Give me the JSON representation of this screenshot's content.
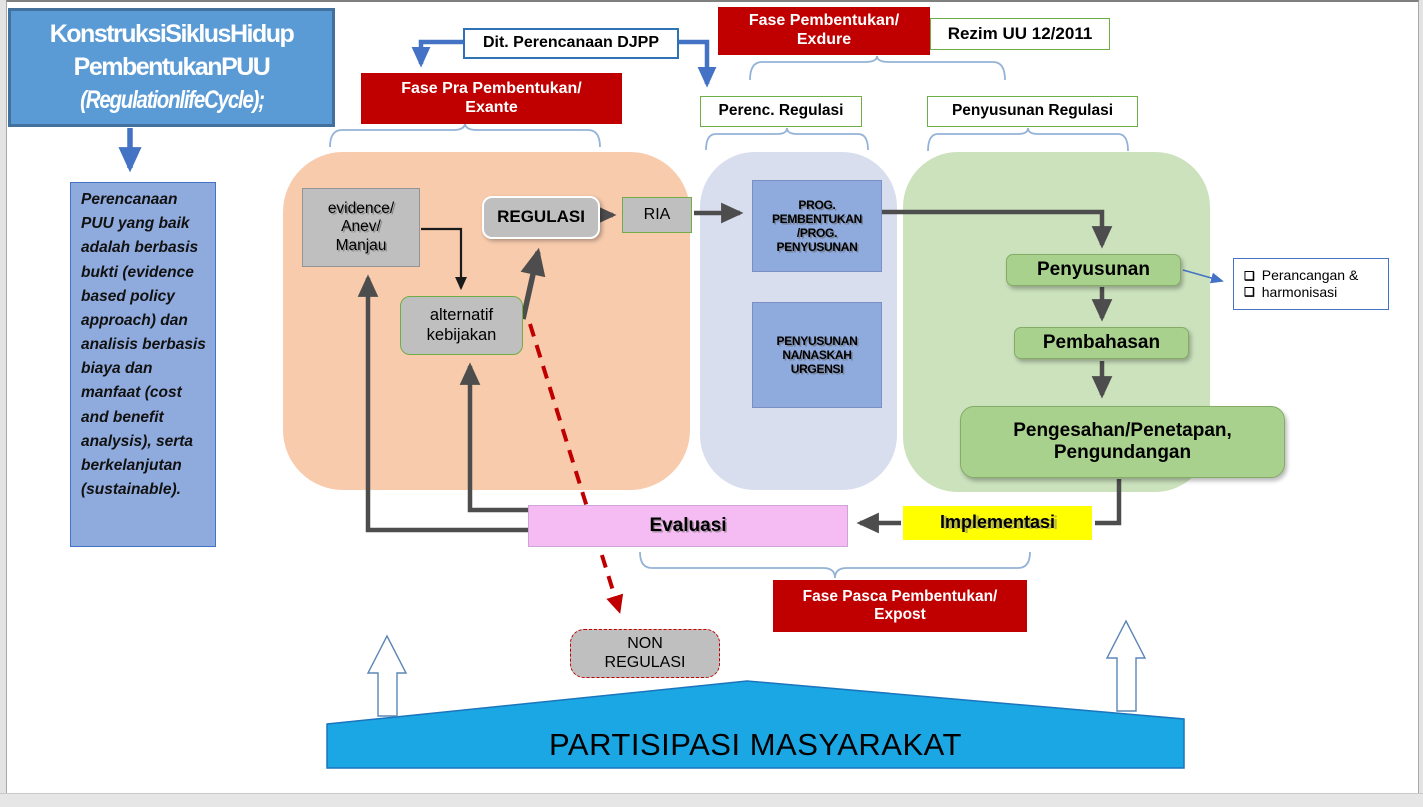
{
  "title_box": {
    "line1": "KonstruksiSiklusHidup",
    "line2": "PembentukanPUU",
    "line3": "(RegulationlifeCycle);"
  },
  "left_note": {
    "text": "Perencanaan PUU yang baik adalah berbasis bukti (evidence based policy approach) dan analisis berbasis biaya dan manfaat (cost and benefit analysis), serta berkelanjutan (sustainable)."
  },
  "top": {
    "dit_label": "Dit. Perencanaan DJPP",
    "rezim_label": "Rezim UU 12/2011",
    "perenc_label": "Perenc. Regulasi",
    "penyusunan_reg_label": "Penyusunan Regulasi"
  },
  "phases": {
    "pra": {
      "line1": "Fase Pra Pembentukan/",
      "line2": "Exante"
    },
    "pembentukan": {
      "line1": "Fase  Pembentukan/",
      "line2": "Exdure"
    },
    "pasca": {
      "line1": "Fase Pasca Pembentukan/",
      "line2": "Expost"
    }
  },
  "pre_phase": {
    "evidence": {
      "line1": "evidence/",
      "line2": "Anev/",
      "line3": "Manjau"
    },
    "regulasi_label": "REGULASI",
    "ria_label": "RIA",
    "alternatif": {
      "line1": "alternatif",
      "line2": "kebijakan"
    }
  },
  "planning": {
    "prog": {
      "line1": "PROG.",
      "line2": "PEMBENTUKAN",
      "line3": "/PROG.",
      "line4": "PENYUSUNAN"
    },
    "naskah": {
      "line1": "PENYUSUNAN",
      "line2": "NA/NASKAH",
      "line3": "URGENSI"
    }
  },
  "formation": {
    "penyusunan_label": "Penyusunan",
    "pembahasan_label": "Pembahasan",
    "pengesahan": {
      "line1": "Pengesahan/Penetapan,",
      "line2": "Pengundangan"
    },
    "side_box": {
      "bullet": "❑",
      "item1": "Perancangan &",
      "item2": "harmonisasi"
    }
  },
  "post_phase": {
    "evaluasi_label": "Evaluasi",
    "implementasi_label": "Implementasi",
    "non_regulasi": {
      "line1": "NON",
      "line2": "REGULASI"
    }
  },
  "bottom": {
    "partisipasi_label": "PARTISIPASI MASYARAKAT"
  },
  "colors": {
    "phase_red": "#C00000",
    "title_blue": "#5B9BD5",
    "periwinkle": "#8FAADC",
    "orange_area": "#F8CBAD",
    "lavender_area": "#D9DEEF",
    "green_area": "#CBE2BD",
    "green_box": "#A9D18E",
    "gray_box": "#BFBFBF",
    "yellow": "#FFFF00",
    "pink": "#F5BCF3",
    "participation_blue": "#1BA7E3",
    "arrow_gray": "#4D4D4D",
    "accent_blue": "#4472C4",
    "green_border": "#70AD47"
  }
}
